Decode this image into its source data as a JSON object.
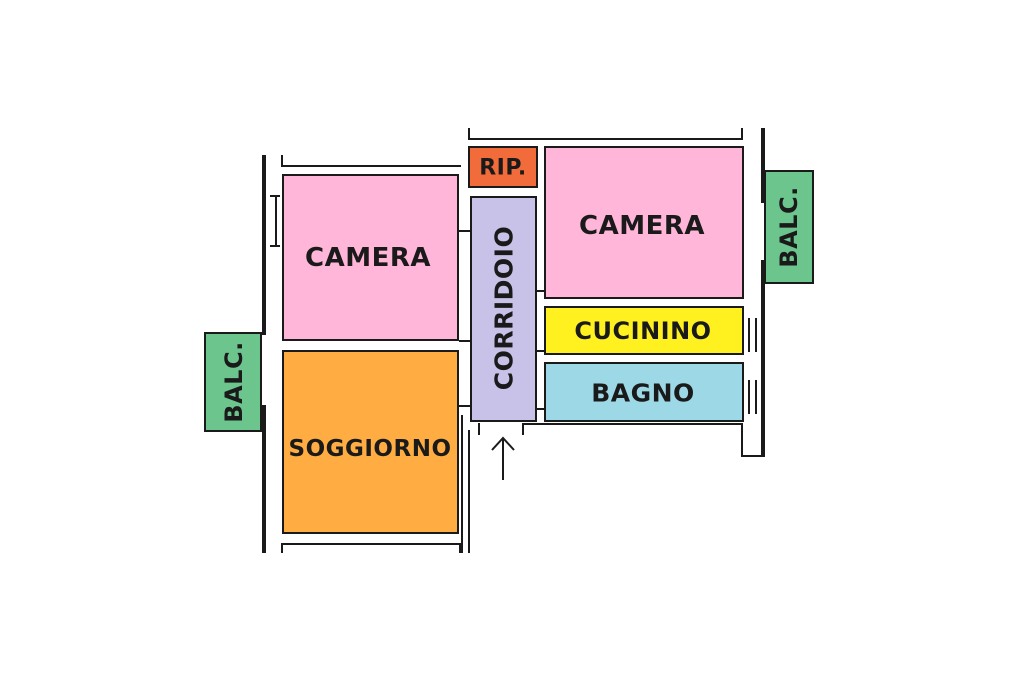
{
  "rooms": {
    "camera_left": {
      "label": "CAMERA",
      "color": "#ffb6d9"
    },
    "soggiorno": {
      "label": "SOGGIORNO",
      "color": "#ffad42"
    },
    "corridoio": {
      "label": "CORRIDOIO",
      "color": "#c8c2e8"
    },
    "ripostiglio": {
      "label": "RIP.",
      "color": "#f26b3a"
    },
    "camera_right": {
      "label": "CAMERA",
      "color": "#ffb6d9"
    },
    "cucinino": {
      "label": "CUCININO",
      "color": "#fff11f"
    },
    "bagno": {
      "label": "BAGNO",
      "color": "#9dd8e6"
    },
    "balcone_left": {
      "label": "BALC.",
      "color": "#6cc58d"
    },
    "balcone_right": {
      "label": "BALC.",
      "color": "#6cc58d"
    }
  },
  "entrance": {
    "icon": "arrow-up-icon"
  }
}
